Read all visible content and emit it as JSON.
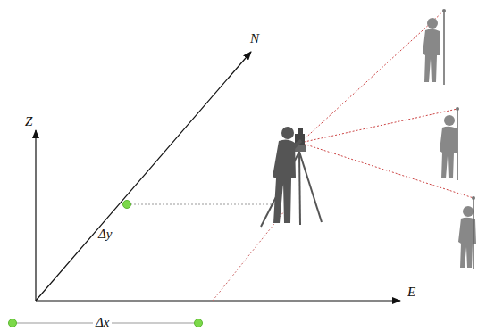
{
  "diagram": {
    "labels": [
      "Z",
      "N",
      "E",
      "Δy",
      "Δx"
    ]
  }
}
